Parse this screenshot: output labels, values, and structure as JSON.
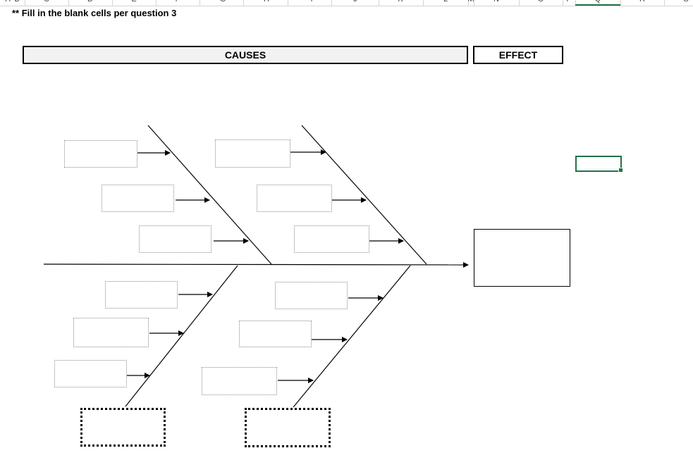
{
  "sheet": {
    "column_letters": [
      "A",
      "B",
      "C",
      "D",
      "E",
      "F",
      "G",
      "H",
      "I",
      "J",
      "K",
      "L",
      "M",
      "N",
      "O",
      "P",
      "Q",
      "R",
      "S"
    ],
    "selected_column": "Q",
    "note": "** Fill in the blank cells per question 3"
  },
  "headers": {
    "causes": "CAUSES",
    "effect": "EFFECT"
  },
  "diagram": {
    "upper_left_causes": [
      "",
      "",
      ""
    ],
    "upper_mid_causes": [
      "",
      "",
      ""
    ],
    "lower_left_causes": [
      "",
      "",
      ""
    ],
    "lower_mid_causes": [
      "",
      "",
      ""
    ],
    "category_boxes": [
      "",
      ""
    ],
    "effect_value": ""
  },
  "colors": {
    "selection": "#217346",
    "header_fill": "#f2f2f2",
    "line": "#000000"
  }
}
